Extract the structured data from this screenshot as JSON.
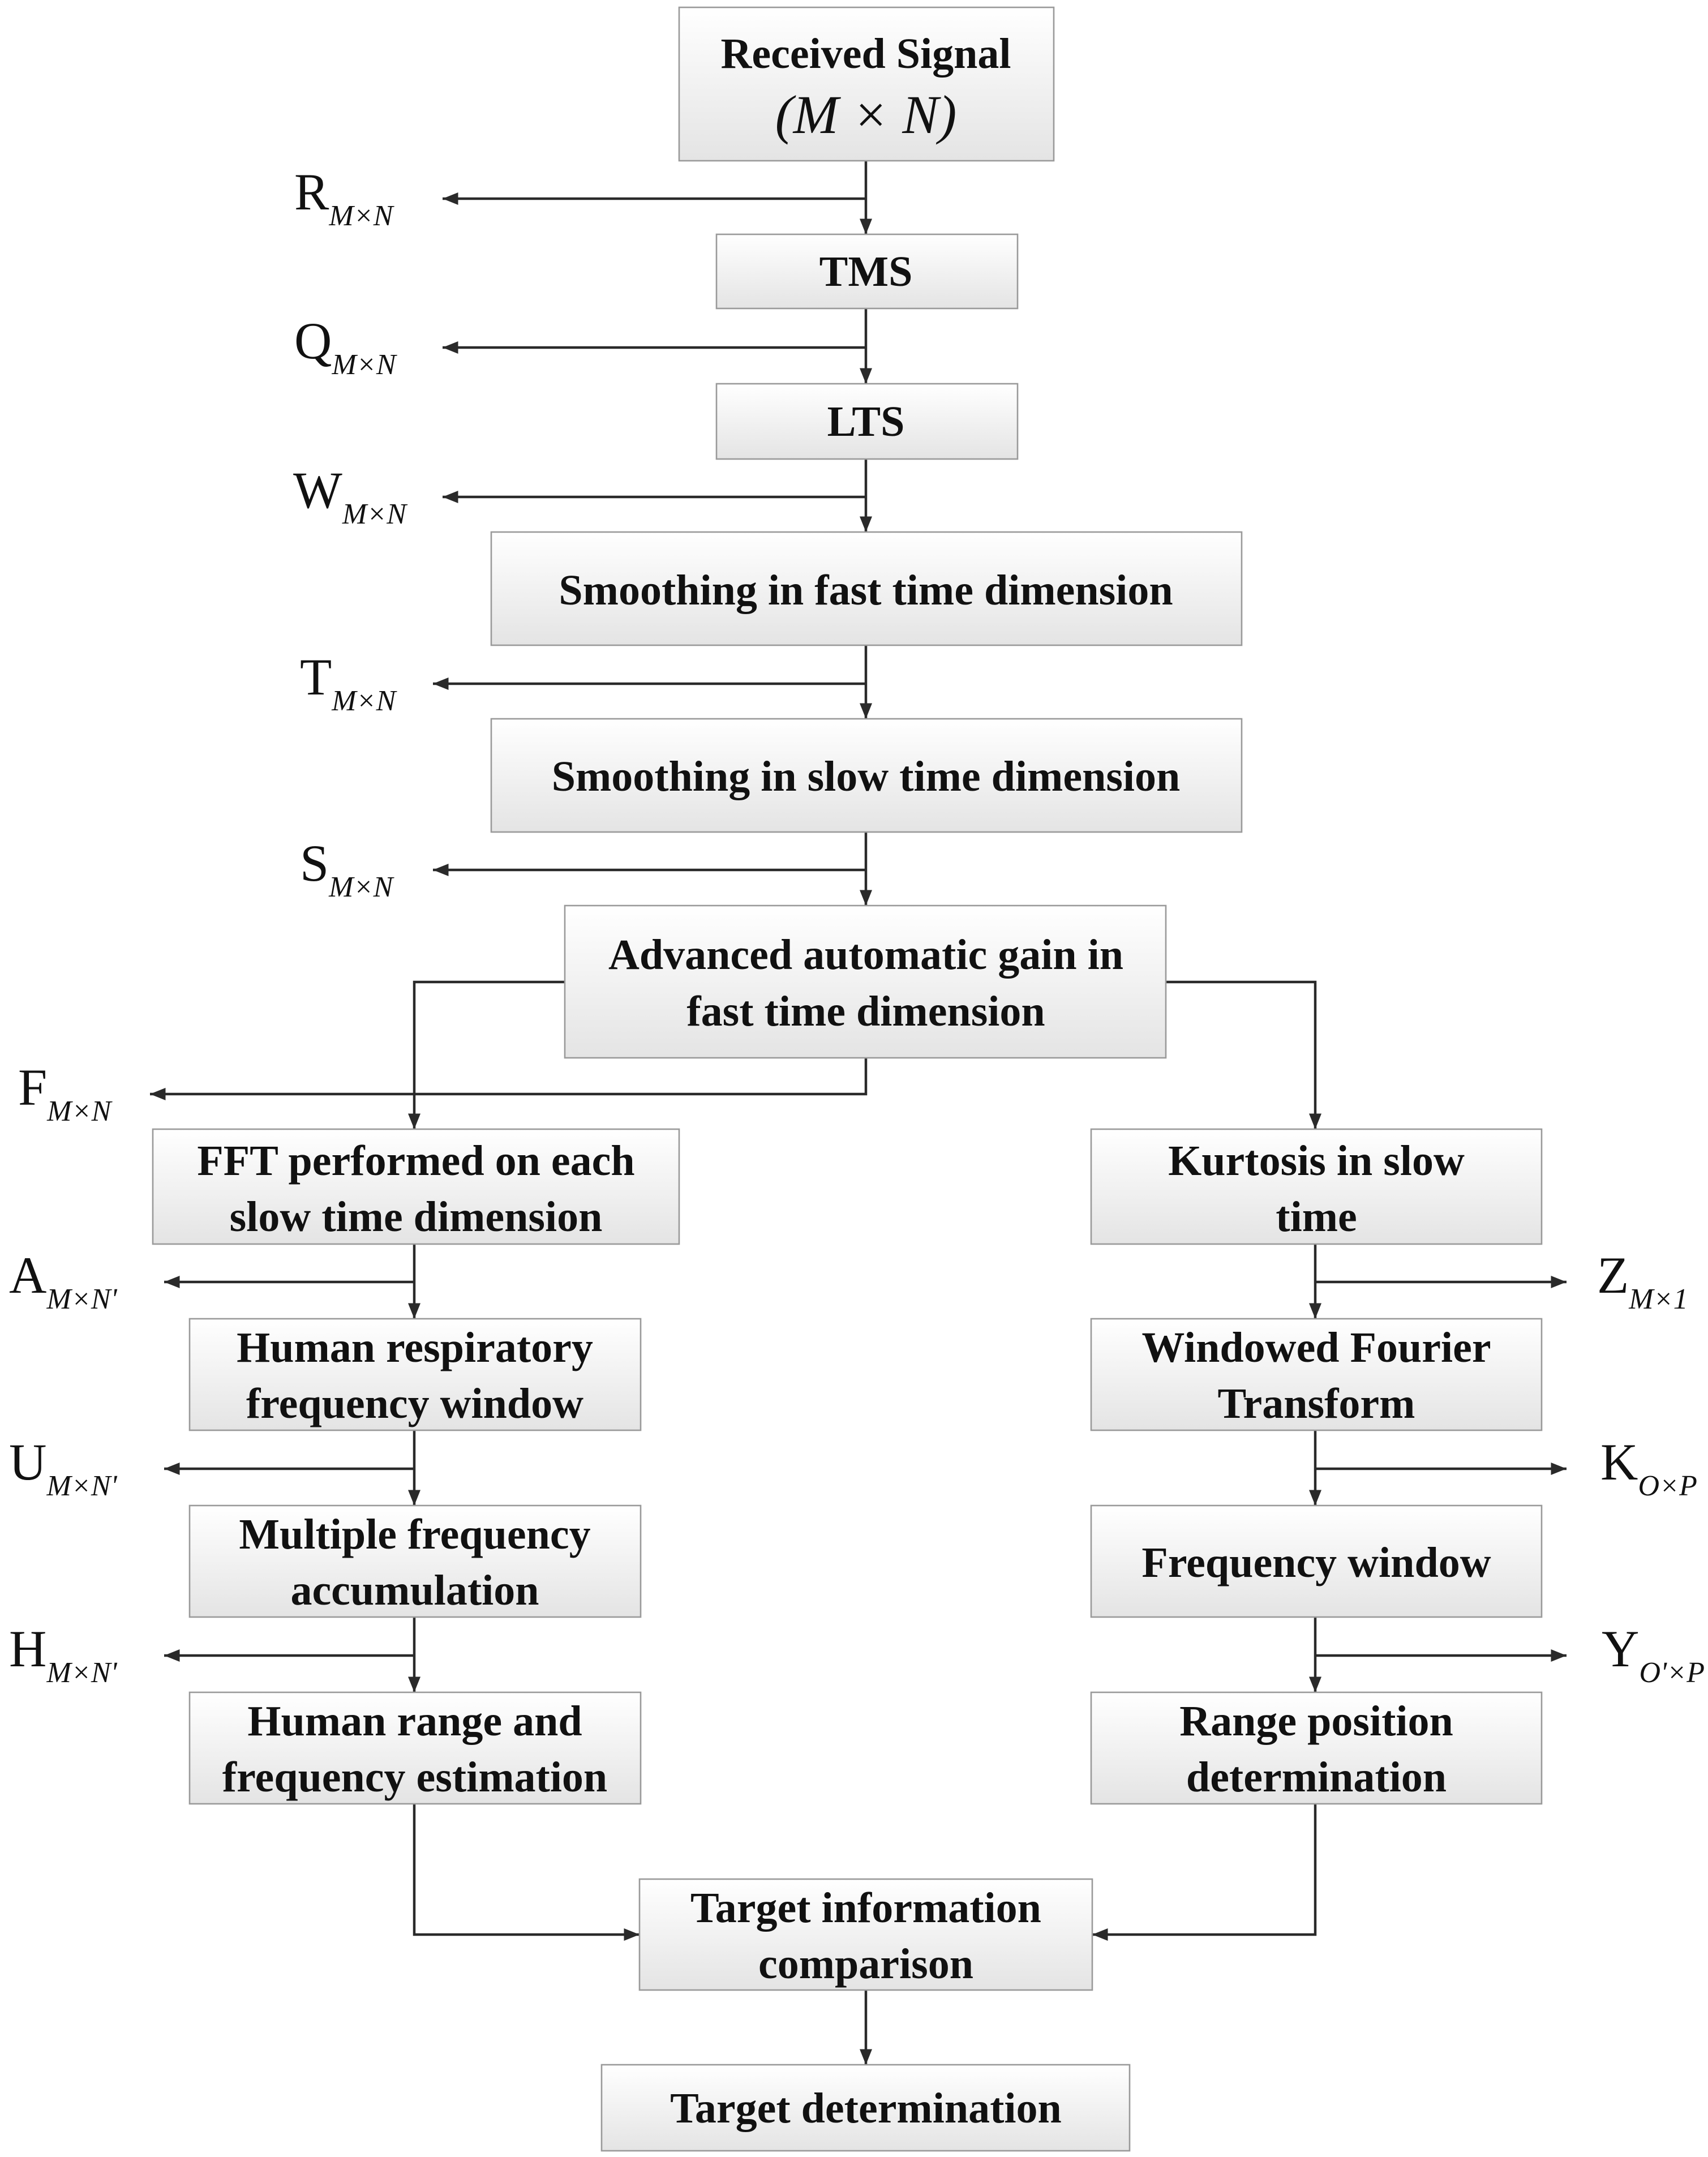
{
  "boxes": {
    "received": {
      "lines": [
        "Received Signal",
        "(M × N)"
      ]
    },
    "tms": {
      "lines": [
        "TMS"
      ]
    },
    "lts": {
      "lines": [
        "LTS"
      ]
    },
    "smooth_fast": {
      "lines": [
        "Smoothing in fast time dimension"
      ]
    },
    "smooth_slow": {
      "lines": [
        "Smoothing in slow time dimension"
      ]
    },
    "agc": {
      "lines": [
        "Advanced automatic gain in",
        "fast time dimension"
      ]
    },
    "fft": {
      "lines": [
        "FFT performed on each",
        "slow time dimension"
      ]
    },
    "resp_window": {
      "lines": [
        "Human respiratory",
        "frequency window"
      ]
    },
    "multi_freq": {
      "lines": [
        "Multiple frequency",
        "accumulation"
      ]
    },
    "range_freq_est": {
      "lines": [
        "Human range and",
        "frequency estimation"
      ]
    },
    "kurtosis": {
      "lines": [
        "Kurtosis in slow",
        "time"
      ]
    },
    "wft": {
      "lines": [
        "Windowed Fourier",
        "Transform"
      ]
    },
    "freq_window": {
      "lines": [
        "Frequency window"
      ]
    },
    "range_pos": {
      "lines": [
        "Range position",
        "determination"
      ]
    },
    "compare": {
      "lines": [
        "Target information",
        "comparison"
      ]
    },
    "determine": {
      "lines": [
        "Target determination"
      ]
    }
  },
  "outputs": {
    "R": {
      "letter": "R",
      "sub": "M×N"
    },
    "Q": {
      "letter": "Q",
      "sub": "M×N"
    },
    "W": {
      "letter": "W",
      "sub": "M×N"
    },
    "T": {
      "letter": "T",
      "sub": "M×N"
    },
    "S": {
      "letter": "S",
      "sub": "M×N"
    },
    "F": {
      "letter": "F",
      "sub": "M×N"
    },
    "A": {
      "letter": "A",
      "sub": "M×N'"
    },
    "U": {
      "letter": "U",
      "sub": "M×N'"
    },
    "H": {
      "letter": "H",
      "sub": "M×N'"
    },
    "Z": {
      "letter": "Z",
      "sub": "M×1"
    },
    "K": {
      "letter": "K",
      "sub": "O×P"
    },
    "Y": {
      "letter": "Y",
      "sub": "O'×P"
    }
  }
}
